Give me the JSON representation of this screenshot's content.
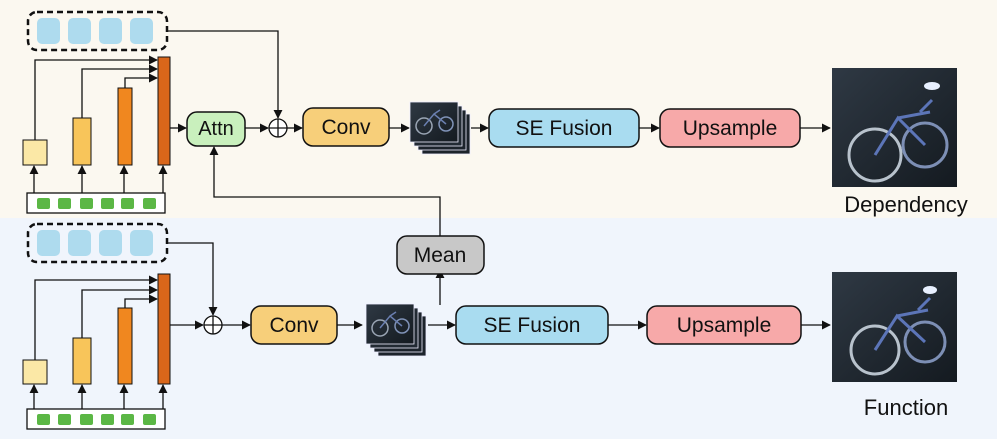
{
  "blocks": {
    "attn": "Attn",
    "conv_top": "Conv",
    "conv_bottom": "Conv",
    "se_top": "SE Fusion",
    "se_bottom": "SE Fusion",
    "up_top": "Upsample",
    "up_bottom": "Upsample",
    "mean": "Mean"
  },
  "outputs": {
    "top": "Dependency",
    "bottom": "Function"
  },
  "symbols": {
    "add": "⊕"
  },
  "colors": {
    "top_band": "#fbf8f0",
    "bottom_band": "#f0f5fc",
    "attn": "#c9f0bd",
    "conv": "#f7cf7a",
    "se_fusion": "#a9dcf0",
    "upsample": "#f7a9a9",
    "mean": "#c8c8c8",
    "token": "#aedbee",
    "patch": "#5bb745",
    "feat_1": "#fbe8a6",
    "feat_2": "#f8c55a",
    "feat_3": "#f0871f",
    "feat_4": "#d9661a"
  }
}
